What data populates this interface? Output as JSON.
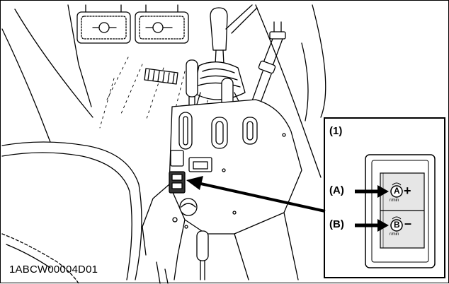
{
  "figure": {
    "doc_code": "1ABCW00004D01",
    "inset_label": "(1)",
    "callouts": [
      {
        "id": "A",
        "label": "(A)",
        "sign": "+",
        "unit": "r/min"
      },
      {
        "id": "B",
        "label": "(B)",
        "sign": "–",
        "unit": "r/min"
      }
    ]
  },
  "colors": {
    "line": "#000000",
    "background": "#ffffff",
    "panel": "#e6e6e6"
  }
}
